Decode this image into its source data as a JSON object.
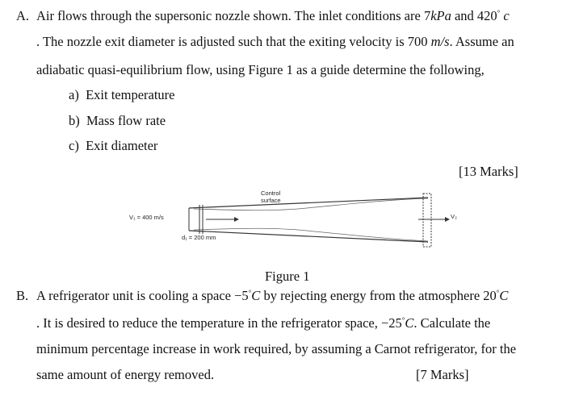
{
  "questionA": {
    "label": "A.",
    "line1_pre": "Air flows through the supersonic nozzle shown. The inlet conditions are ",
    "pressure_value": "7",
    "pressure_unit": "kPa",
    "and_text": " and ",
    "temp_value": "420",
    "temp_degree": "°",
    "temp_unit": "c",
    "line2_pre": ". The nozzle exit diameter is adjusted such that the exiting velocity is ",
    "velocity_value": "700",
    "velocity_unit": "m/s",
    "line2_post": ". Assume an",
    "line3": "adiabatic quasi-equilibrium flow, using Figure 1 as a guide determine the following,",
    "items": [
      {
        "marker": "a)",
        "text": "Exit temperature"
      },
      {
        "marker": "b)",
        "text": "Mass flow rate"
      },
      {
        "marker": "c)",
        "text": "Exit diameter"
      }
    ],
    "marks": "[13 Marks]"
  },
  "figure": {
    "control_surface_label_1": "Control",
    "control_surface_label_2": "surface",
    "v1_label": "V₁ = 400 m/s",
    "d1_label": "d₁ = 200 mm",
    "v2_label": "V₂",
    "caption": "Figure 1"
  },
  "questionB": {
    "label": "B.",
    "line1_pre": "A refrigerator unit is cooling a space ",
    "space_temp": "−5",
    "space_degree": "°",
    "space_unit": "C",
    "line1_mid": " by rejecting energy from the atmosphere ",
    "atm_temp": "20",
    "atm_degree": "°",
    "atm_unit": "C",
    "line2_pre": ". It is desired to reduce the temperature in the refrigerator space, ",
    "new_temp": "−25",
    "new_degree": "°",
    "new_unit": "C",
    "line2_post": ". Calculate the",
    "line3": "minimum percentage increase in work required, by assuming a Carnot refrigerator, for the",
    "line4": "same amount of energy removed.",
    "marks": "[7 Marks]"
  }
}
